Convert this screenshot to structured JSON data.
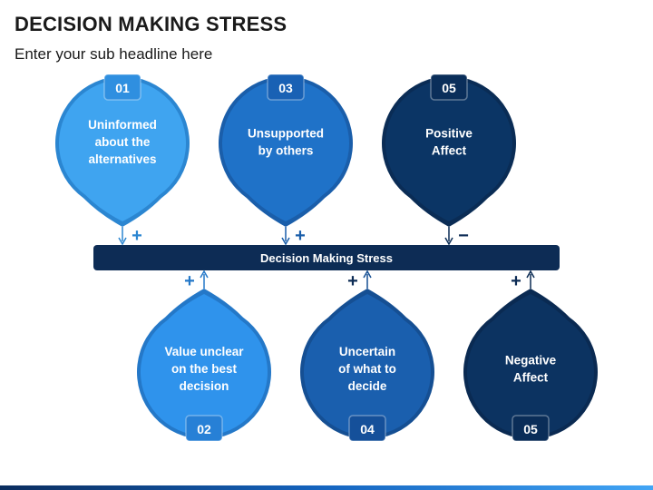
{
  "title": "DECISION MAKING STRESS",
  "subtitle": "Enter your sub headline here",
  "center_bar": {
    "label": "Decision Making Stress",
    "color": "#0d2c55"
  },
  "top_items": [
    {
      "number": "01",
      "lines": [
        "Uninformed",
        "about the",
        "alternatives"
      ],
      "sign": "+",
      "color": "#3fa4f0",
      "rim": "#2b86d1",
      "badge": "#2f8fe0"
    },
    {
      "number": "03",
      "lines": [
        "Unsupported",
        "by others"
      ],
      "sign": "+",
      "color": "#1f72c8",
      "rim": "#1a5eaa",
      "badge": "#1961b4"
    },
    {
      "number": "05",
      "lines": [
        "Positive",
        "Affect"
      ],
      "sign": "−",
      "color": "#0b3565",
      "rim": "#0a2c55",
      "badge": "#0a2e5a"
    }
  ],
  "bottom_items": [
    {
      "number": "02",
      "lines": [
        "Value unclear",
        "on the best",
        "decision"
      ],
      "sign": "+",
      "color": "#2f93ec",
      "rim": "#2478c8",
      "badge": "#2780d6"
    },
    {
      "number": "04",
      "lines": [
        "Uncertain",
        "of what to",
        "decide"
      ],
      "sign": "+",
      "color": "#1a5fae",
      "rim": "#154f93",
      "badge": "#15509a"
    },
    {
      "number": "05",
      "lines": [
        "Negative",
        "Affect"
      ],
      "sign": "+",
      "color": "#0c3361",
      "rim": "#0a2a52",
      "badge": "#0a2d58"
    }
  ]
}
